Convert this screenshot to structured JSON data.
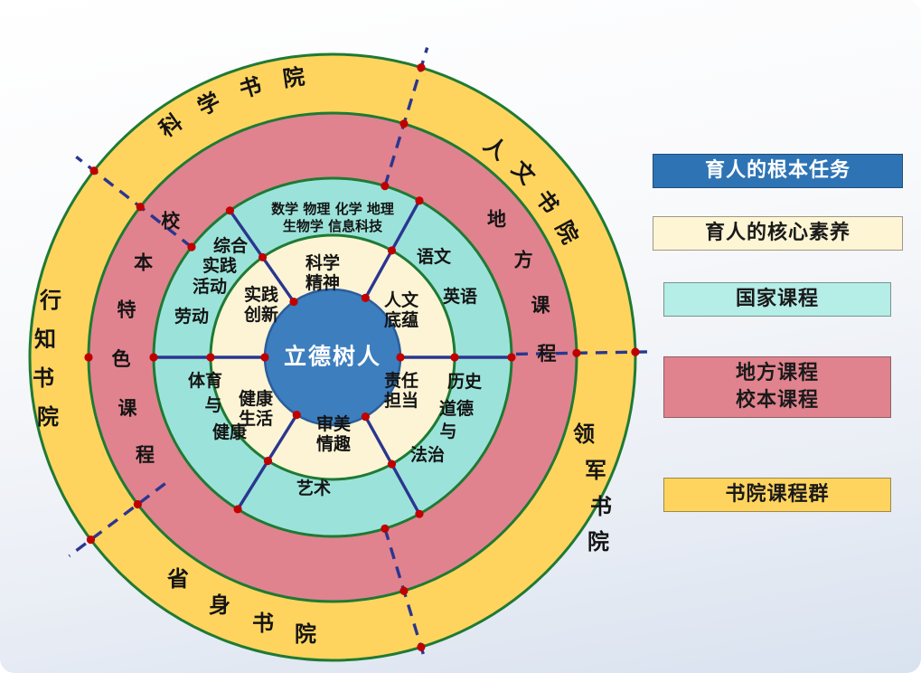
{
  "diagram": {
    "center": {
      "label": "立德树人"
    },
    "core_ring": {
      "items": [
        {
          "label": "科学精神",
          "lines": [
            "科学",
            "精神"
          ]
        },
        {
          "label": "人文底蕴",
          "lines": [
            "人文",
            "底蕴"
          ]
        },
        {
          "label": "责任担当",
          "lines": [
            "责任",
            "担当"
          ]
        },
        {
          "label": "审美情趣",
          "lines": [
            "审美",
            "情趣"
          ]
        },
        {
          "label": "健康生活",
          "lines": [
            "健康",
            "生活"
          ]
        },
        {
          "label": "实践创新",
          "lines": [
            "实践",
            "创新"
          ]
        }
      ]
    },
    "national_ring": {
      "sectors": [
        {
          "label": "数学 物理 化学 地理 生物学 信息科技",
          "lines": [
            "数学 物理 化学 地理",
            "生物学 信息科技"
          ]
        },
        {
          "label": "语文 英语",
          "lines": [
            "语文",
            "英语"
          ]
        },
        {
          "label": "历史 道德与法治",
          "lines": [
            "历史",
            "道德",
            "与",
            "法治"
          ]
        },
        {
          "label": "艺术",
          "lines": [
            "艺术"
          ]
        },
        {
          "label": "体育与健康",
          "lines": [
            "体育",
            "与",
            "健康"
          ]
        },
        {
          "label": "综合实践活动 劳动",
          "lines": [
            "综合",
            "实践",
            "活动",
            "劳动"
          ]
        }
      ]
    },
    "middle_ring": {
      "right_label": "地方课程",
      "left_label": "校本特色课程"
    },
    "outer_ring": {
      "academies": [
        "科学书院",
        "人文书院",
        "领军书院",
        "省身书院",
        "行知书院"
      ]
    }
  },
  "legend": {
    "items": [
      {
        "lines": [
          "育人的根本任务"
        ],
        "fill": "#2E74B5",
        "text": "#FFFFFF"
      },
      {
        "lines": [
          "育人的核心素养"
        ],
        "fill": "#FDF5D3",
        "text": "#1A1A1A"
      },
      {
        "lines": [
          "国家课程"
        ],
        "fill": "#B5EDE7",
        "text": "#1A1A1A"
      },
      {
        "lines": [
          "地方课程",
          "校本课程"
        ],
        "fill": "#E0838E",
        "text": "#1A1A1A"
      },
      {
        "lines": [
          "书院课程群"
        ],
        "fill": "#FFD45E",
        "text": "#1A1A1A"
      }
    ]
  },
  "colors": {
    "outer_ring": "#FFD45E",
    "middle_ring": "#E0838E",
    "national_ring": "#9BE3DA",
    "core_ring": "#FCF4D4",
    "center": "#3D7EBE",
    "ring_stroke": "#1E7A34",
    "line": "#2A3690",
    "dot": "#C00000"
  }
}
